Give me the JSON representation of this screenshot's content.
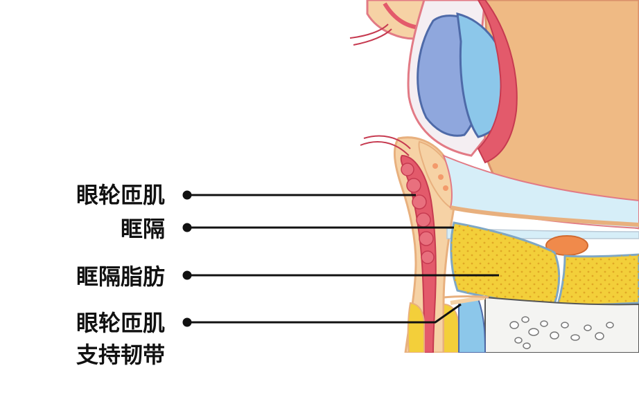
{
  "labels": {
    "orbicularis_oculi": "眼轮匝肌",
    "orbital_septum": "眶隔",
    "orbital_fat": "眶隔脂肪",
    "retaining_ligament_line1": "眼轮匝肌",
    "retaining_ligament_line2": "支持韧带"
  },
  "colors": {
    "skin": "#f6d2a5",
    "skin_dark": "#e8b07e",
    "muscle": "#e35a6b",
    "muscle_dark": "#c63a50",
    "fat": "#f3cf3a",
    "fat_dot": "#e0a826",
    "eye_blue": "#8fa7dd",
    "eye_light": "#8cc7ea",
    "septum": "#d6eef8",
    "bone": "#f4f4f2",
    "globe": "#efba84",
    "leader": "#111111"
  }
}
